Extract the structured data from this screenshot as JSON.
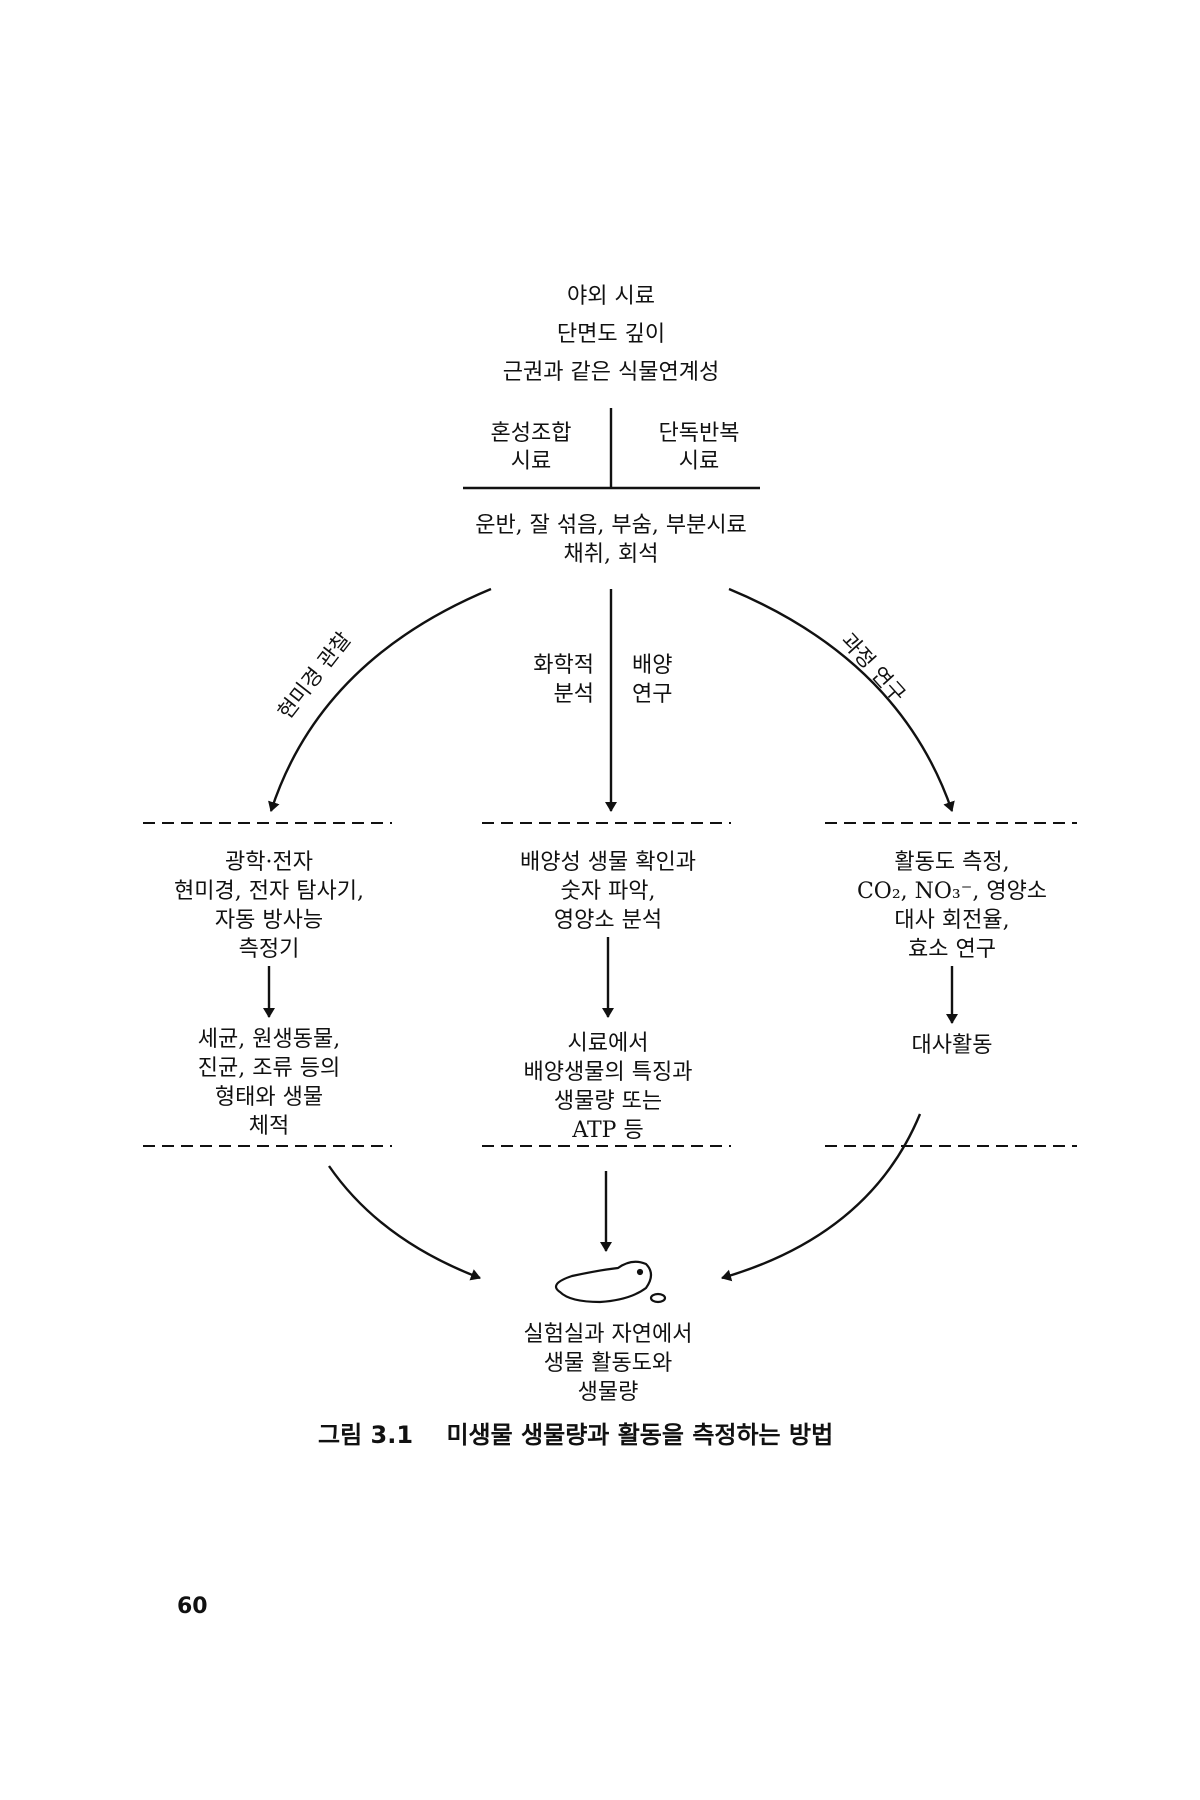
{
  "top": {
    "lines": [
      "야외 시료",
      "단면도 깊이",
      "근권과 같은 식물연계성"
    ],
    "left_branch": [
      "혼성조합",
      "시료"
    ],
    "right_branch": [
      "단독반복",
      "시료"
    ],
    "processing": [
      "운반, 잘 섞음, 부숨, 부분시료",
      "채취, 회석"
    ]
  },
  "paths": {
    "left": "현미경 관찰",
    "center_left": [
      "화학적",
      "분석"
    ],
    "center_right": [
      "배양",
      "연구"
    ],
    "right": "과정 연구"
  },
  "columns": [
    {
      "method": [
        "광학·전자",
        "현미경, 전자 탐사기,",
        "자동 방사능",
        "측정기"
      ],
      "result": [
        "세균, 원생동물,",
        "진균, 조류 등의",
        "형태와 생물",
        "체적"
      ]
    },
    {
      "method": [
        "배양성 생물 확인과",
        "숫자 파악,",
        "영양소 분석"
      ],
      "result": [
        "시료에서",
        "배양생물의 특징과",
        "생물량 또는",
        "ATP 등"
      ]
    },
    {
      "method": [
        "활동도 측정,",
        "CO₂, NO₃⁻, 영양소",
        "대사 회전율,",
        "효소 연구"
      ],
      "result": [
        "대사활동"
      ]
    }
  ],
  "outcome": [
    "실험실과 자연에서",
    "생물 활동도와",
    "생물량"
  ],
  "caption": {
    "number": "그림 3.1",
    "title": "미생물 생물량과 활동을 측정하는 방법"
  },
  "page_number": "60"
}
